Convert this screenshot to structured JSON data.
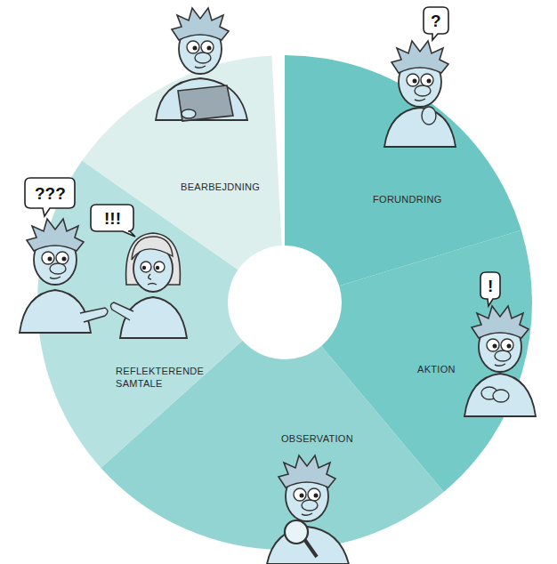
{
  "diagram": {
    "nodes": [
      {
        "text": [
          "FORUNDRING"
        ]
      },
      {
        "text": [
          "AKTION"
        ]
      },
      {
        "text": [
          "OBSERVATION"
        ]
      },
      {
        "text": [
          "REFLEKTERENDE SAMTALE"
        ]
      },
      {
        "text": [
          "BEARBEJDNING"
        ]
      }
    ],
    "labels": [
      "?",
      "!",
      "???",
      "!!!"
    ]
  }
}
